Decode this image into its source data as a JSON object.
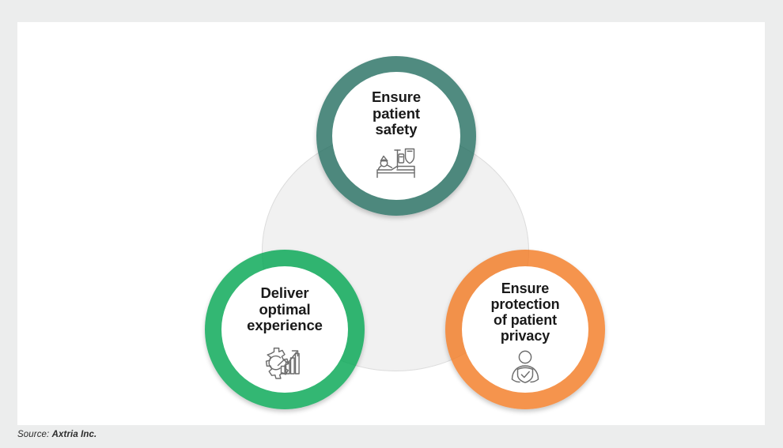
{
  "diagram": {
    "type": "venn-three-circle",
    "background_shape": "large light grey circle",
    "colors": {
      "safety_ring": "#1f6a5c",
      "experience_ring": "#00a550",
      "privacy_ring": "#f37920",
      "background_circle": "#f1f1f1",
      "card": "#ffffff",
      "page": "#eceded",
      "text": "#1a1a1a"
    },
    "nodes": [
      {
        "id": "safety",
        "label": "Ensure\npatient\nsafety",
        "icon": "hospital-bed-patient-shield-icon",
        "color": "#1f6a5c",
        "position": "top"
      },
      {
        "id": "experience",
        "label": "Deliver\noptimal\nexperience",
        "icon": "gear-bar-chart-growth-icon",
        "color": "#00a550",
        "position": "bottom-left"
      },
      {
        "id": "privacy",
        "label": "Ensure\nprotection\nof patient\nprivacy",
        "icon": "person-shield-check-icon",
        "color": "#f37920",
        "position": "bottom-right"
      }
    ]
  },
  "footer": {
    "source_prefix": "Source:",
    "source_name": "Axtria Inc."
  }
}
